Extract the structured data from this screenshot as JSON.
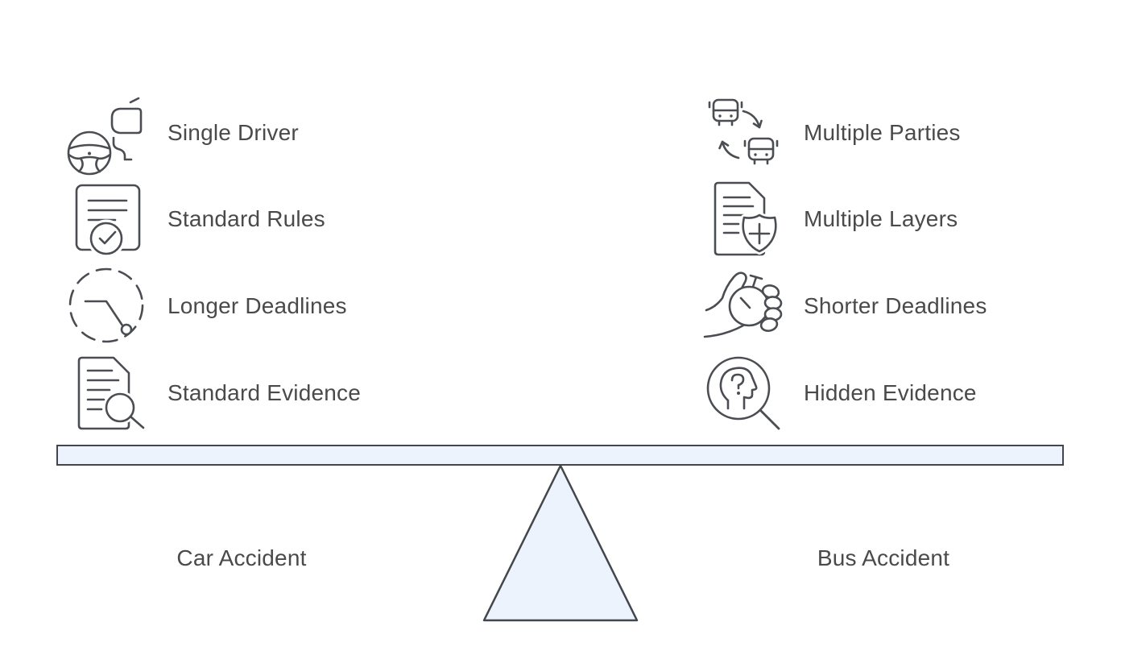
{
  "diagram": {
    "type": "balance-comparison",
    "left": {
      "side_label": "Car Accident",
      "items": [
        {
          "label": "Single Driver",
          "icon": "steering-wheel-icon"
        },
        {
          "label": "Standard Rules",
          "icon": "document-checkmark-icon"
        },
        {
          "label": "Longer Deadlines",
          "icon": "dashed-clock-icon"
        },
        {
          "label": "Standard Evidence",
          "icon": "document-magnifier-icon"
        }
      ]
    },
    "right": {
      "side_label": "Bus Accident",
      "items": [
        {
          "label": "Multiple Parties",
          "icon": "buses-swap-icon"
        },
        {
          "label": "Multiple Layers",
          "icon": "document-shield-plus-icon"
        },
        {
          "label": "Shorter Deadlines",
          "icon": "hand-stopwatch-icon"
        },
        {
          "label": "Hidden Evidence",
          "icon": "head-magnifier-icon"
        }
      ]
    },
    "colors": {
      "icon_stroke": "#4a4d52",
      "text": "#4a4a4a",
      "beam_fill": "#ecf3fd",
      "beam_stroke": "#43474b"
    }
  }
}
